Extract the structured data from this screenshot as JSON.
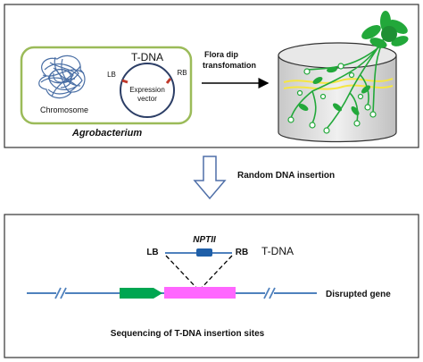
{
  "top_panel": {
    "agrobacterium_label": "Agrobacterium",
    "chromosome_label": "Chromosome",
    "tdna_label": "T-DNA",
    "lb_label": "LB",
    "rb_label": "RB",
    "vector_label_line1": "Expression",
    "vector_label_line2": "vector",
    "arrow_label_line1": "Flora dip",
    "arrow_label_line2": "transfomation"
  },
  "middle": {
    "step_label": "Random DNA insertion"
  },
  "bottom_panel": {
    "lb_label": "LB",
    "rb_label": "RB",
    "nptii_label": "NPTII",
    "tdna_label": "T-DNA",
    "gene_label": "Disrupted gene",
    "caption": "Sequencing of T-DNA insertion sites"
  },
  "colors": {
    "vector_box_border": "#9bbb59",
    "dna_line": "#4f81bd",
    "tdna_marker": "#c0392b",
    "nptii_box": "#1f5fa8",
    "green_gene": "#00a651",
    "pink_gene": "#ff66ff",
    "plant_green": "#22a83a",
    "medium_yellow": "#f5e642"
  }
}
